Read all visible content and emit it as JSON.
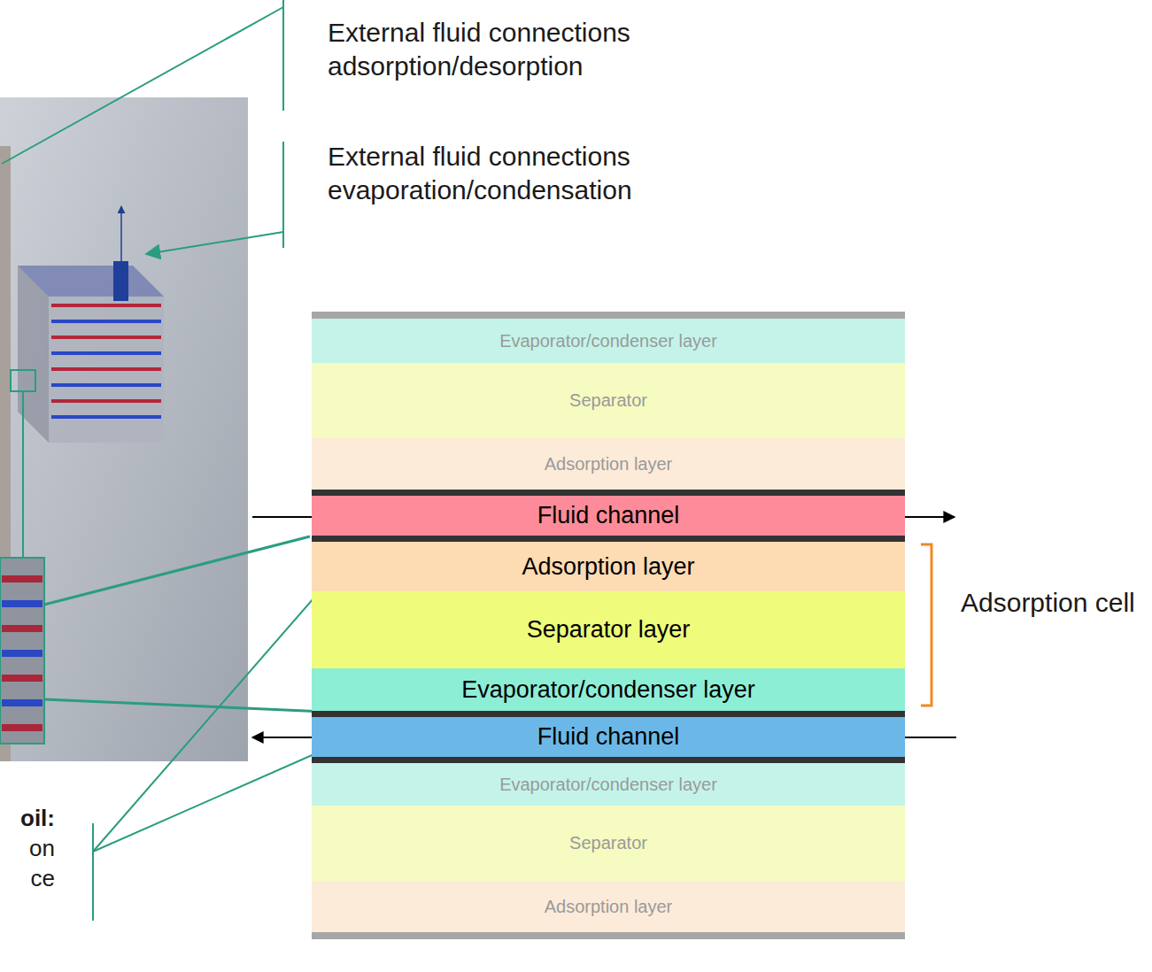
{
  "diagram": {
    "nodes": [
      {
        "text": [
          "Evaporator/condenser layer"
        ]
      },
      {
        "text": [
          "Separator"
        ]
      },
      {
        "text": [
          "Adsorption layer"
        ]
      },
      {
        "text": [
          "Fluid channel"
        ]
      },
      {
        "text": [
          "Adsorption layer"
        ]
      },
      {
        "text": [
          "Separator layer"
        ]
      },
      {
        "text": [
          "Evaporator/condenser layer"
        ]
      },
      {
        "text": [
          "Fluid channel"
        ]
      },
      {
        "text": [
          "Evaporator/condenser layer"
        ]
      },
      {
        "text": [
          "Separator"
        ]
      },
      {
        "text": [
          "Adsorption layer"
        ]
      }
    ],
    "labels": [
      "External fluid connections adsorption/desorption",
      "External fluid connections evaporation/condensation",
      "Adsorption cell",
      "oil:",
      "on",
      "ce"
    ]
  }
}
